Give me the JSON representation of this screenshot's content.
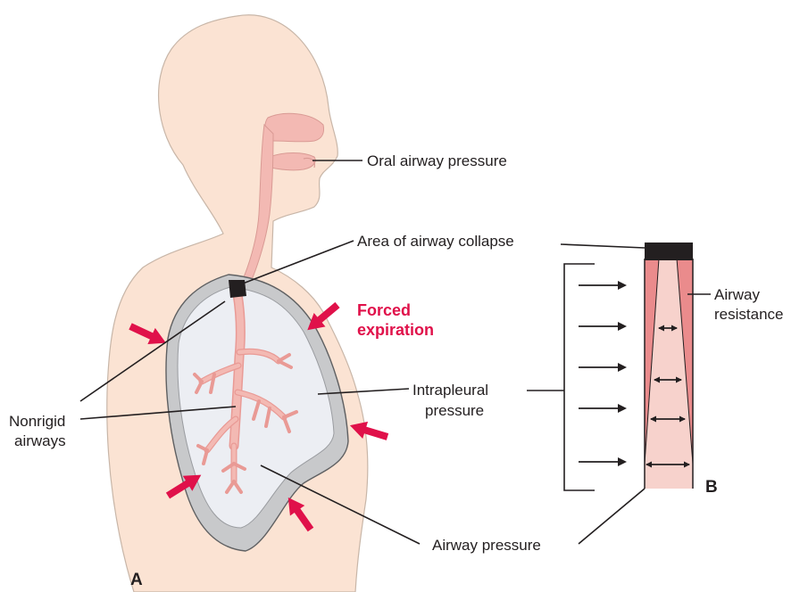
{
  "panel_a": {
    "letter": "A",
    "labels": {
      "oral_airway_pressure": "Oral airway pressure",
      "area_of_airway_collapse": "Area of airway collapse",
      "forced_expiration_line1": "Forced",
      "forced_expiration_line2": "expiration",
      "intrapleural_pressure_line1": "Intrapleural",
      "intrapleural_pressure_line2": "pressure",
      "nonrigid_airways_line1": "Nonrigid",
      "nonrigid_airways_line2": "airways",
      "airway_pressure": "Airway pressure"
    }
  },
  "panel_b": {
    "letter": "B",
    "labels": {
      "airway_resistance_line1": "Airway",
      "airway_resistance_line2": "resistance"
    }
  },
  "colors": {
    "skin": "#fbe3d3",
    "airway_pink": "#f3b9b3",
    "airway_dark_pink": "#e99a95",
    "pleura_gray": "#c8c9cb",
    "lung_fill": "#eceef3",
    "collapse_black": "#231f20",
    "force_arrow_red": "#e0114a",
    "text": "#231f20"
  }
}
